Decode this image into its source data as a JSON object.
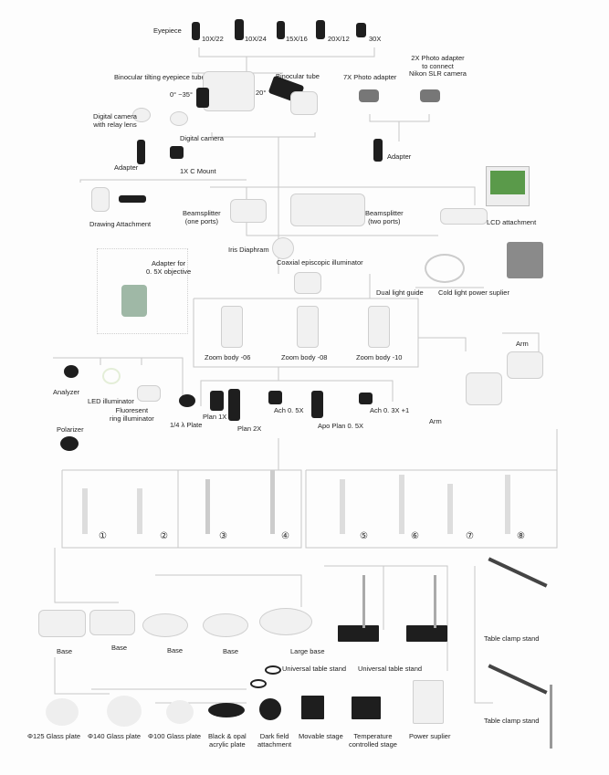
{
  "eyepieces": {
    "label": "Eyepiece",
    "items": [
      "10X/22",
      "10X/24",
      "15X/16",
      "20X/12",
      "30X"
    ]
  },
  "tubes": {
    "tilting": "Binocular tilting eyepiece tube",
    "tilt_angle": "0° ~35°",
    "binocular": "Binocular tube",
    "bino_angle": "20°"
  },
  "photo": {
    "seven_x": "7X Photo adapter",
    "two_x": "2X Photo adapter\nto connect\nNikon SLR camera",
    "adapter_right": "Adapter"
  },
  "cameras": {
    "relay": "Digital camera\nwith relay lens",
    "digital": "Digital camera",
    "adapter_left": "Adapter",
    "c_mount": "1X C Mount"
  },
  "attachments": {
    "drawing": "Drawing Attachment",
    "beam_one": "Beamsplitter\n(one ports)",
    "beam_two": "Beamsplitter\n(two ports)",
    "lcd": "LCD attachment"
  },
  "illum": {
    "iris": "Iris Diaphram",
    "coaxial": "Coaxial episcopic illuminator",
    "adapter_obj": "Adapter for\n0. 5X objective",
    "dual_guide": "Dual light guide",
    "cold_light": "Cold light power suplier"
  },
  "zoom_bodies": [
    "Zoom body -06",
    "Zoom body -08",
    "Zoom body -10"
  ],
  "arms": [
    "Arm",
    "Arm"
  ],
  "accessories": {
    "analyzer": "Analyzer",
    "led": "LED illuminator",
    "fluor": "Fluoresent\nring illuminator",
    "quarter": "1/4 λ Plate",
    "polarizer": "Polarizer"
  },
  "objectives": [
    "Plan 1X",
    "Plan 2X",
    "Ach 0. 5X",
    "Apo Plan 0. 5X",
    "Ach 0. 3X +1"
  ],
  "stand_numbers": [
    "①",
    "②",
    "③",
    "④",
    "⑤",
    "⑥",
    "⑦",
    "⑧"
  ],
  "bases": [
    "Base",
    "Base",
    "Base",
    "Base",
    "Large base"
  ],
  "stands": {
    "universal1": "Universal table stand",
    "universal2": "Universal table stand",
    "clamp1": "Table clamp stand",
    "clamp2": "Table clamp stand"
  },
  "plates": [
    "Φ125 Glass plate",
    "Φ140 Glass plate",
    "Φ100 Glass plate",
    "Black & opal\nacrylic plate",
    "Dark field\nattachment",
    "Movable stage",
    "Temperature\ncontrolled stage",
    "Power suplier"
  ]
}
